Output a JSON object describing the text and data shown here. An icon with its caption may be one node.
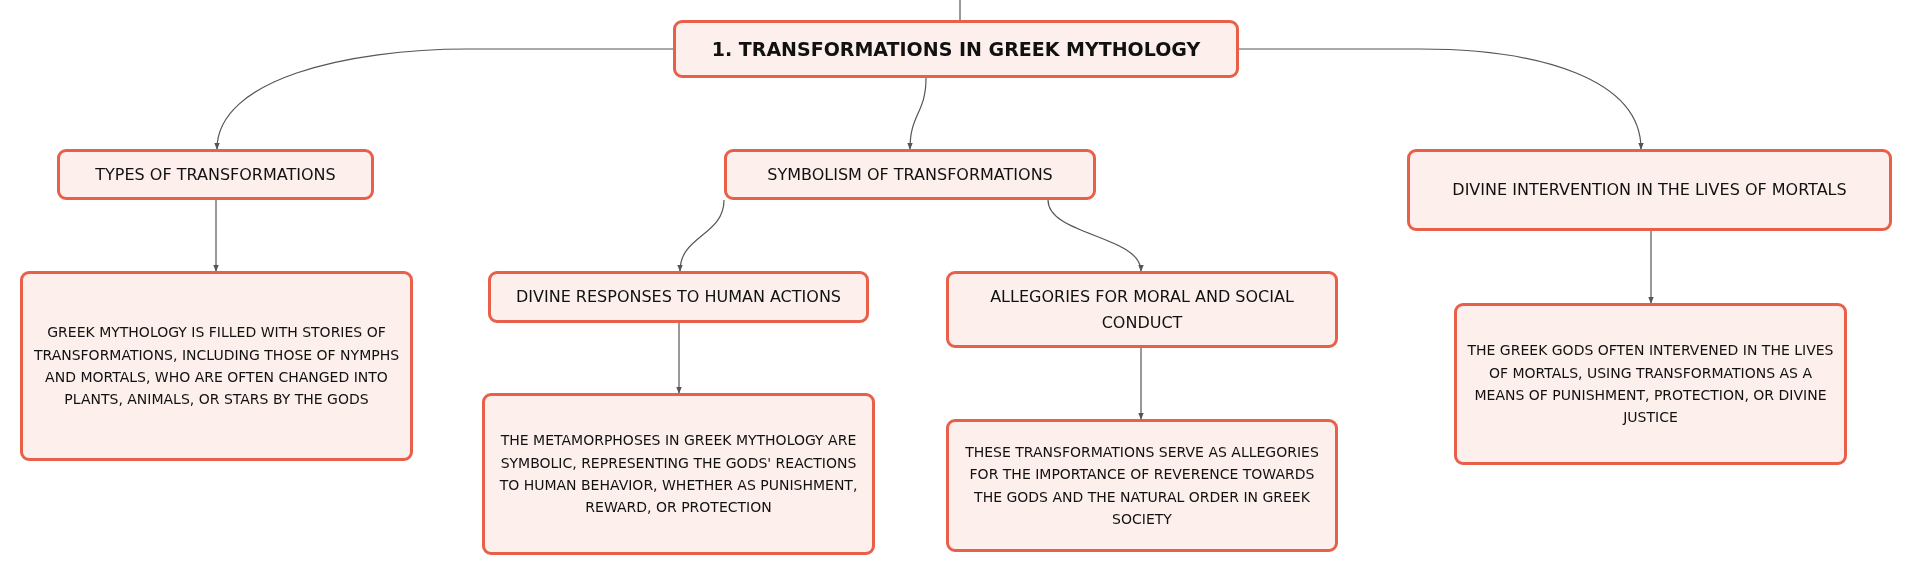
{
  "diagram": {
    "nodes": [
      {
        "text": [
          "1. TRANSFORMATIONS IN GREEK MYTHOLOGY"
        ]
      },
      {
        "text": [
          "TYPES OF TRANSFORMATIONS"
        ]
      },
      {
        "text": [
          "SYMBOLISM OF TRANSFORMATIONS"
        ]
      },
      {
        "text": [
          "DIVINE INTERVENTION IN THE LIVES OF MORTALS"
        ]
      },
      {
        "text": [
          "GREEK MYTHOLOGY IS FILLED WITH STORIES OF TRANSFORMATIONS, INCLUDING THOSE OF NYMPHS AND MORTALS, WHO ARE OFTEN CHANGED INTO PLANTS, ANIMALS, OR STARS BY THE GODS"
        ]
      },
      {
        "text": [
          "DIVINE RESPONSES TO HUMAN ACTIONS"
        ]
      },
      {
        "text": [
          "ALLEGORIES FOR MORAL AND SOCIAL CONDUCT"
        ]
      },
      {
        "text": [
          "THE METAMORPHOSES IN GREEK MYTHOLOGY ARE SYMBOLIC, REPRESENTING THE GODS' REACTIONS TO HUMAN BEHAVIOR, WHETHER AS PUNISHMENT, REWARD, OR PROTECTION"
        ]
      },
      {
        "text": [
          "THESE TRANSFORMATIONS SERVE AS ALLEGORIES FOR THE IMPORTANCE OF REVERENCE TOWARDS THE GODS AND THE NATURAL ORDER IN GREEK SOCIETY"
        ]
      },
      {
        "text": [
          "THE GREEK GODS OFTEN INTERVENED IN THE LIVES OF MORTALS, USING TRANSFORMATIONS AS A MEANS OF PUNISHMENT, PROTECTION, OR DIVINE JUSTICE"
        ]
      }
    ],
    "edges": [
      {
        "from": null,
        "to": 0,
        "arrow": "none"
      },
      {
        "from": 0,
        "to": 1,
        "arrow": "to"
      },
      {
        "from": 0,
        "to": 2,
        "arrow": "to"
      },
      {
        "from": 0,
        "to": 3,
        "arrow": "to"
      },
      {
        "from": 1,
        "to": 4,
        "arrow": "to"
      },
      {
        "from": 2,
        "to": 5,
        "arrow": "to"
      },
      {
        "from": 2,
        "to": 6,
        "arrow": "to"
      },
      {
        "from": 5,
        "to": 7,
        "arrow": "to"
      },
      {
        "from": 6,
        "to": 8,
        "arrow": "to"
      },
      {
        "from": 3,
        "to": 9,
        "arrow": "to"
      }
    ]
  }
}
